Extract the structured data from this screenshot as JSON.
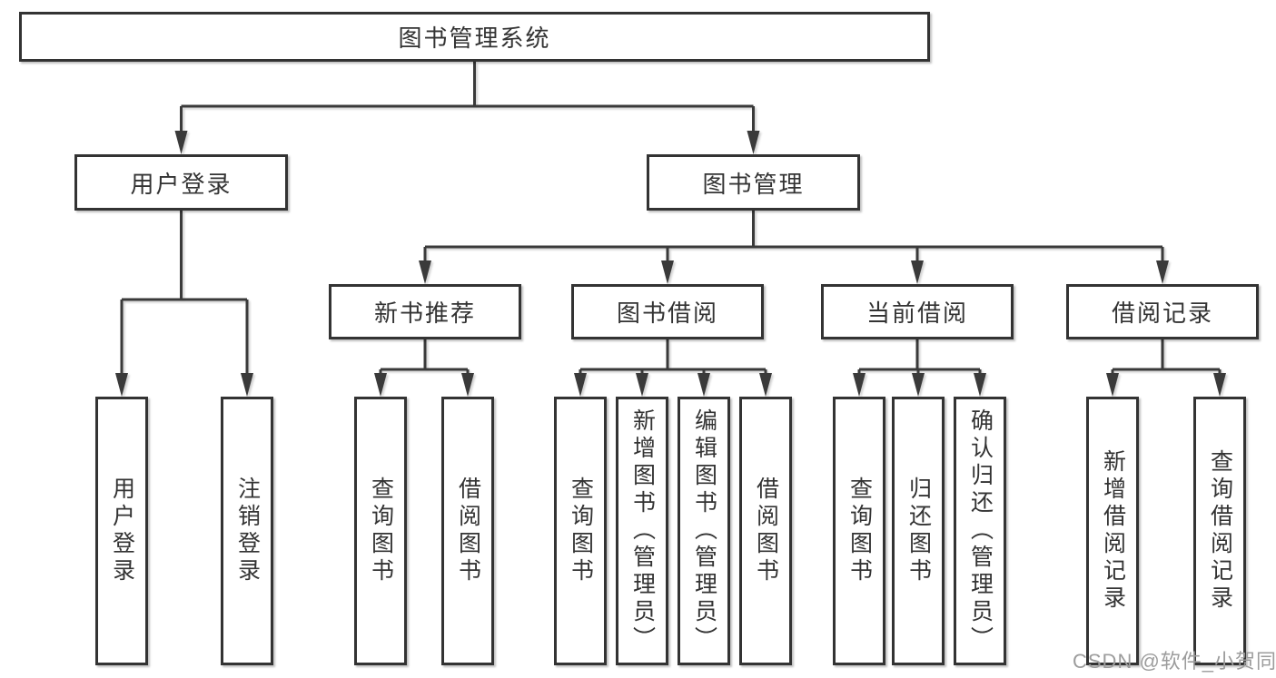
{
  "diagram": {
    "root": {
      "label": "图书管理系统"
    },
    "level2": [
      {
        "id": "user-login",
        "label": "用户登录"
      },
      {
        "id": "book-management",
        "label": "图书管理"
      }
    ],
    "level3": [
      {
        "id": "new-book-recommend",
        "label": "新书推荐"
      },
      {
        "id": "book-borrowing",
        "label": "图书借阅"
      },
      {
        "id": "current-borrowing",
        "label": "当前借阅"
      },
      {
        "id": "borrowing-records",
        "label": "借阅记录"
      }
    ],
    "leaves": {
      "user_login": [
        "用户登录",
        "注销登录"
      ],
      "new_book_recommend": [
        "查询图书",
        "借阅图书"
      ],
      "book_borrowing": [
        "查询图书",
        "新增图书（管理员）",
        "编辑图书（管理员）",
        "借阅图书"
      ],
      "current_borrowing": [
        "查询图书",
        "归还图书",
        "确认归还（管理员）"
      ],
      "borrowing_records": [
        "新增借阅记录",
        "查询借阅记录"
      ]
    }
  },
  "watermark": {
    "text": "CSDN @软件_小贺同学"
  },
  "colors": {
    "line": "#3a3a3a",
    "box_border": "#333333",
    "text": "#333333",
    "background": "#ffffff",
    "watermark": "#9c9c9c"
  }
}
